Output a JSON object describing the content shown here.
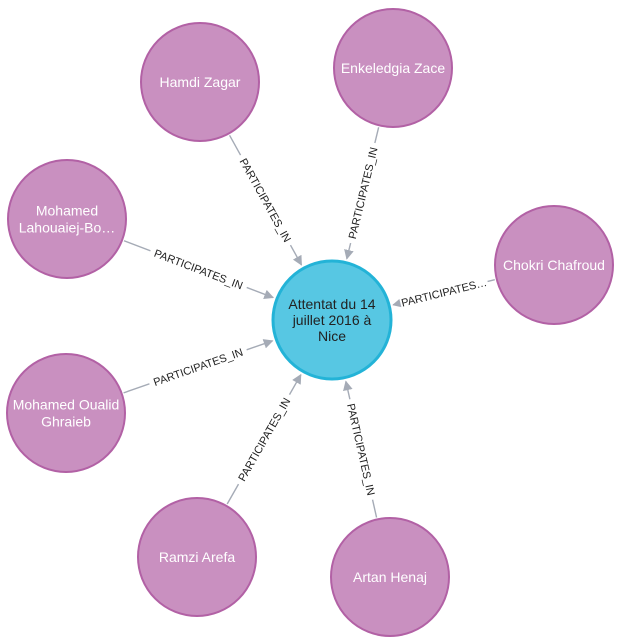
{
  "colors": {
    "person_fill": "#c990c0",
    "person_stroke": "#b261a5",
    "event_fill": "#57c7e3",
    "event_stroke": "#23b3d7",
    "edge": "#a5abb6"
  },
  "center": {
    "label_lines": [
      "Attentat du 14",
      "juillet 2016 à",
      "Nice"
    ]
  },
  "nodes": [
    {
      "id": "hamdi",
      "label_lines": [
        "Hamdi Zagar"
      ],
      "edge_label": "PARTICIPATES_IN"
    },
    {
      "id": "enkeledgia",
      "label_lines": [
        "Enkeledgia Zace"
      ],
      "edge_label": "PARTICIPATES_IN"
    },
    {
      "id": "chokri",
      "label_lines": [
        "Chokri Chafroud"
      ],
      "edge_label": "PARTICIPATES…"
    },
    {
      "id": "artan",
      "label_lines": [
        "Artan Henaj"
      ],
      "edge_label": "PARTICIPATES_IN"
    },
    {
      "id": "ramzi",
      "label_lines": [
        "Ramzi Arefa"
      ],
      "edge_label": "PARTICIPATES_IN"
    },
    {
      "id": "mohamed-oualid",
      "label_lines": [
        "Mohamed Oualid",
        "Ghraieb"
      ],
      "edge_label": "PARTICIPATES_IN"
    },
    {
      "id": "mohamed-lahouaiej",
      "label_lines": [
        "Mohamed",
        "Lahouaiej-Bo…"
      ],
      "edge_label": "PARTICIPATES_IN"
    }
  ]
}
